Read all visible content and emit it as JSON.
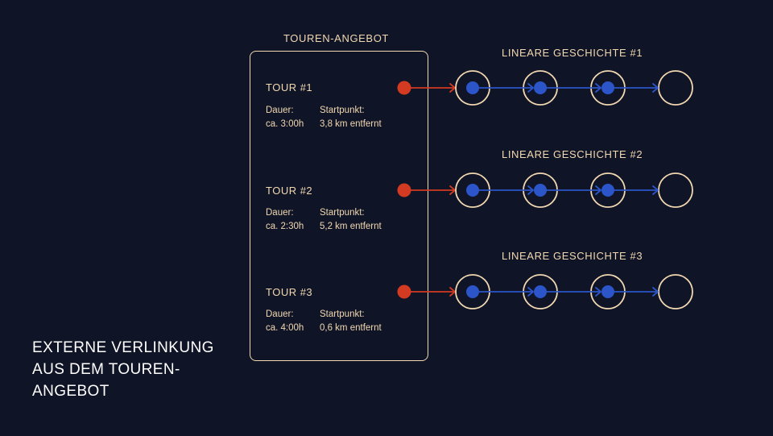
{
  "colors": {
    "background": "#0f1427",
    "accent": "#f2d8b0",
    "entry_link": "#d23a22",
    "story_link": "#2b55c9",
    "caption": "#ffffff"
  },
  "box_title": "TOUREN-ANGEBOT",
  "tours": [
    {
      "label": "TOUR #1",
      "duration_label": "Dauer:",
      "duration_value": "ca. 3:00h",
      "start_label": "Startpunkt:",
      "start_value": "3,8 km entfernt",
      "story_title": "LINEARE GESCHICHTE #1",
      "story_nodes": 4,
      "filled_nodes": 3
    },
    {
      "label": "TOUR #2",
      "duration_label": "Dauer:",
      "duration_value": "ca. 2:30h",
      "start_label": "Startpunkt:",
      "start_value": "5,2 km entfernt",
      "story_title": "LINEARE GESCHICHTE #2",
      "story_nodes": 4,
      "filled_nodes": 3
    },
    {
      "label": "TOUR #3",
      "duration_label": "Dauer:",
      "duration_value": "ca. 4:00h",
      "start_label": "Startpunkt:",
      "start_value": "0,6 km entfernt",
      "story_title": "LINEARE GESCHICHTE #3",
      "story_nodes": 4,
      "filled_nodes": 3
    }
  ],
  "caption": "EXTERNE VERLINKUNG\nAUS DEM TOUREN-\nANGEBOT"
}
